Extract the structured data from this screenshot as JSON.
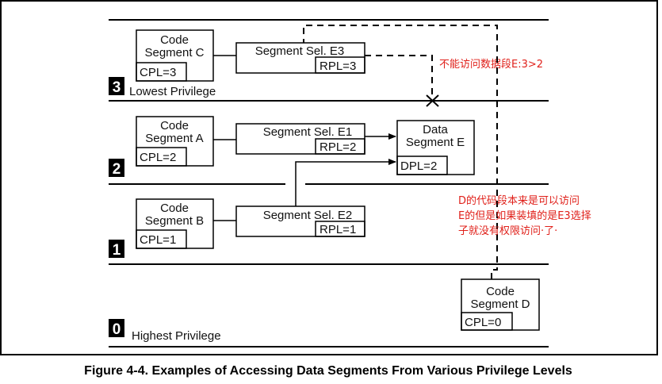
{
  "figure": {
    "caption": "Figure 4-4.  Examples of Accessing Data Segments From Various Privilege Levels"
  },
  "rings": {
    "ring3": {
      "number": "3",
      "label": "Lowest Privilege"
    },
    "ring2": {
      "number": "2"
    },
    "ring1": {
      "number": "1"
    },
    "ring0": {
      "number": "0",
      "label": "Highest Privilege"
    }
  },
  "segments": {
    "code_c": {
      "title1": "Code",
      "title2": "Segment C",
      "field": "CPL=3"
    },
    "code_a": {
      "title1": "Code",
      "title2": "Segment A",
      "field": "CPL=2"
    },
    "code_b": {
      "title1": "Code",
      "title2": "Segment B",
      "field": "CPL=1"
    },
    "code_d": {
      "title1": "Code",
      "title2": "Segment D",
      "field": "CPL=0"
    },
    "data_e": {
      "title1": "Data",
      "title2": "Segment E",
      "field": "DPL=2"
    }
  },
  "selectors": {
    "sel_e3": {
      "title": "Segment Sel. E3",
      "field": "RPL=3"
    },
    "sel_e1": {
      "title": "Segment Sel. E1",
      "field": "RPL=2"
    },
    "sel_e2": {
      "title": "Segment Sel. E2",
      "field": "RPL=1"
    }
  },
  "annotations": {
    "denied_note": "不能访问数据段E:3>2",
    "note_line1": "D的代码段本来是可以访问",
    "note_line2": "E的但是如果装填的是E3选择",
    "note_line3": "子就没有权限访问·了·"
  },
  "colors": {
    "annotation": "#e0201a",
    "line": "#000000"
  }
}
